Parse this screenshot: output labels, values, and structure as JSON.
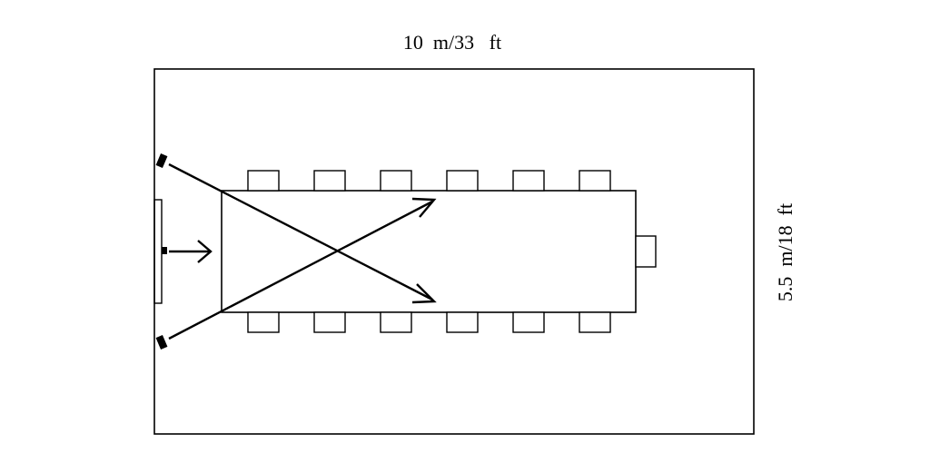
{
  "dimensions": {
    "width_label": "10  m/33   ft",
    "height_label": "5.5  m/18  ft"
  },
  "layout": {
    "chairs_per_side": 6,
    "head_chair": 1,
    "cameras": 2,
    "screen": 1
  }
}
